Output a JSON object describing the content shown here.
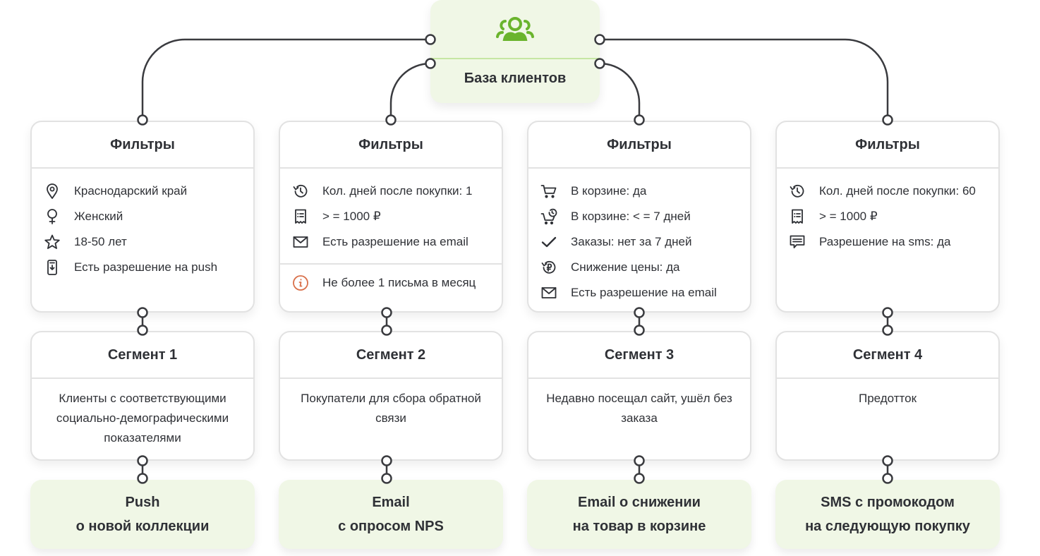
{
  "root": {
    "icon": "users-group-icon",
    "title": "База клиентов",
    "accent_color": "#6ab42d"
  },
  "columns": [
    {
      "filters": {
        "title": "Фильтры",
        "items": [
          {
            "icon": "location-pin-icon",
            "text": "Краснодарский край"
          },
          {
            "icon": "female-icon",
            "text": "Женский"
          },
          {
            "icon": "star-icon",
            "text": "18-50 лет"
          },
          {
            "icon": "phone-push-icon",
            "text": "Есть разрешение на push"
          }
        ]
      },
      "segment": {
        "title": "Сегмент 1",
        "description": "Клиенты с соответствующими социально-демографическими показателями"
      },
      "action": {
        "line1": "Push",
        "line2": "о новой коллекции"
      }
    },
    {
      "filters": {
        "title": "Фильтры",
        "items": [
          {
            "icon": "history-icon",
            "text": "Кол. дней после покупки: 1"
          },
          {
            "icon": "receipt-icon",
            "text": "> = 1000 ₽"
          },
          {
            "icon": "envelope-icon",
            "text": "Есть разрешение на email"
          }
        ],
        "note": {
          "icon": "info-icon",
          "text": "Не более 1 письма в месяц",
          "icon_color": "#d9704a"
        }
      },
      "segment": {
        "title": "Сегмент 2",
        "description": "Покупатели для сбора обратной связи"
      },
      "action": {
        "line1": "Email",
        "line2": "с опросом NPS"
      }
    },
    {
      "filters": {
        "title": "Фильтры",
        "items": [
          {
            "icon": "cart-icon",
            "text": "В корзине: да"
          },
          {
            "icon": "cart-clock-icon",
            "text": "В корзине: < = 7 дней"
          },
          {
            "icon": "check-icon",
            "text": "Заказы: нет за 7 дней"
          },
          {
            "icon": "ruble-history-icon",
            "text": "Снижение цены: да"
          },
          {
            "icon": "envelope-icon",
            "text": "Есть разрешение на email"
          }
        ]
      },
      "segment": {
        "title": "Сегмент 3",
        "description": "Недавно посещал сайт, ушёл без заказа"
      },
      "action": {
        "line1": "Email о снижении",
        "line2": "на товар в корзине"
      }
    },
    {
      "filters": {
        "title": "Фильтры",
        "items": [
          {
            "icon": "history-icon",
            "text": "Кол. дней после покупки: 60"
          },
          {
            "icon": "receipt-icon",
            "text": "> = 1000 ₽"
          },
          {
            "icon": "chat-message-icon",
            "text": "Разрешение на sms: да"
          }
        ]
      },
      "segment": {
        "title": "Сегмент 4",
        "description": "Предотток"
      },
      "action": {
        "line1": "SMS с промокодом",
        "line2": "на следующую покупку"
      }
    }
  ]
}
